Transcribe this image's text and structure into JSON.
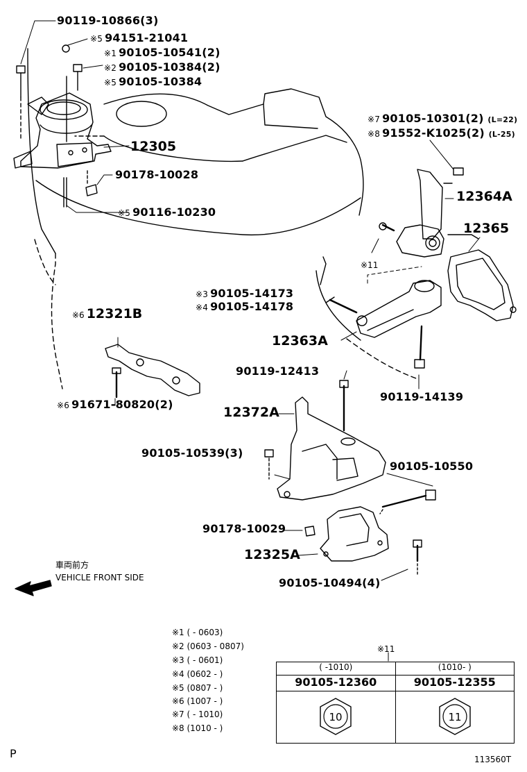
{
  "labels": {
    "p90119_10866": "90119-10866(3)",
    "m5a": "※5",
    "p94151_21041": "94151-21041",
    "m1": "※1",
    "p90105_10541": "90105-10541(2)",
    "m2": "※2",
    "p90105_10384_2": "90105-10384(2)",
    "m5b": "※5",
    "p90105_10384": "90105-10384",
    "p12305": "12305",
    "p90178_10028": "90178-10028",
    "m5c": "※5",
    "p90116_10230": "90116-10230",
    "m7": "※7",
    "p90105_10301": "90105-10301(2)",
    "l22": "(L=22)",
    "m8": "※8",
    "p91552_K1025": "91552-K1025(2)",
    "l25": "(L-25)",
    "p12364A": "12364A",
    "p12365": "12365",
    "m11": "※11",
    "m3": "※3",
    "p90105_14173": "90105-14173",
    "m4": "※4",
    "p90105_14178": "90105-14178",
    "m6a": "※6",
    "p12321B": "12321B",
    "p12363A": "12363A",
    "p90119_12413": "90119-12413",
    "p90119_14139": "90119-14139",
    "m6b": "※6",
    "p91671_80820": "91671-80820(2)",
    "p12372A": "12372A",
    "p90105_10539": "90105-10539(3)",
    "p90105_10550": "90105-10550",
    "p90178_10029": "90178-10029",
    "p12325A": "12325A",
    "p90105_10494": "90105-10494(4)",
    "front_jp": "車両前方",
    "front_en": "VEHICLE FRONT SIDE",
    "corner_p": "P",
    "figure_id": "113560T"
  },
  "legend": [
    "※1 (      - 0603)",
    "※2 (0603 - 0807)",
    "※3 (      - 0601)",
    "※4 (0602 -      )",
    "※5 (0807 -      )",
    "※6 (1007 -      )",
    "※7 (      - 1010)",
    "※8 (1010 -      )"
  ],
  "k11": {
    "title": "※11",
    "col1_range": "(    -1010)",
    "col2_range": "(1010-    )",
    "col1_part": "90105-12360",
    "col2_part": "90105-12355",
    "col1_size": "10",
    "col2_size": "11"
  }
}
